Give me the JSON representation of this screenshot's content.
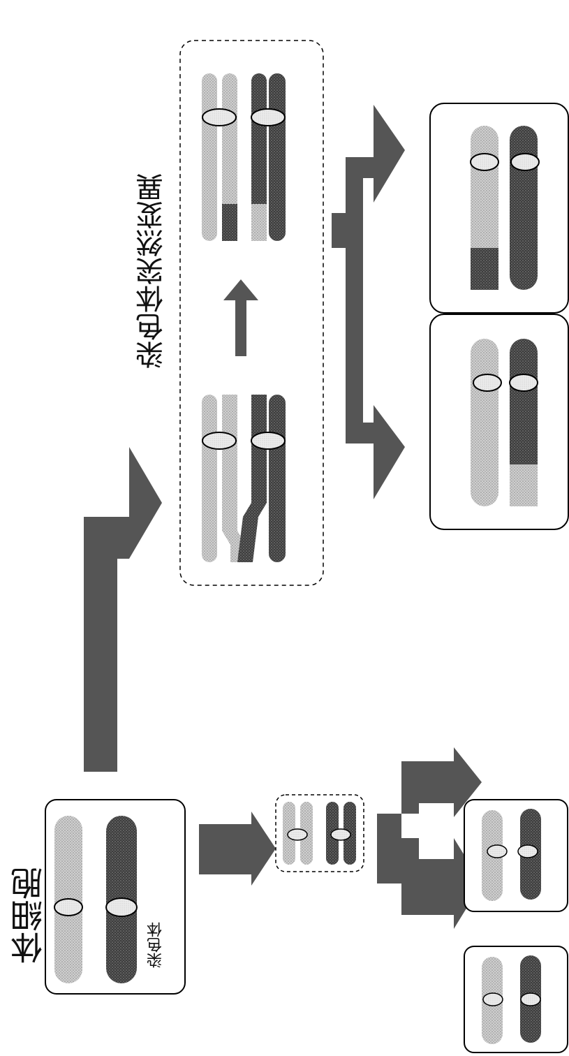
{
  "labels": {
    "somatic_cell": "体細胞",
    "chromosome": "染色体",
    "chromosomal_mutation": "染色体突然変異"
  },
  "colors": {
    "light_chromosome": "#c4c4c4",
    "dark_chromosome": "#4a4a4a",
    "centromere": "#e9e9e9",
    "arrow": "#555555",
    "border": "#000000"
  }
}
